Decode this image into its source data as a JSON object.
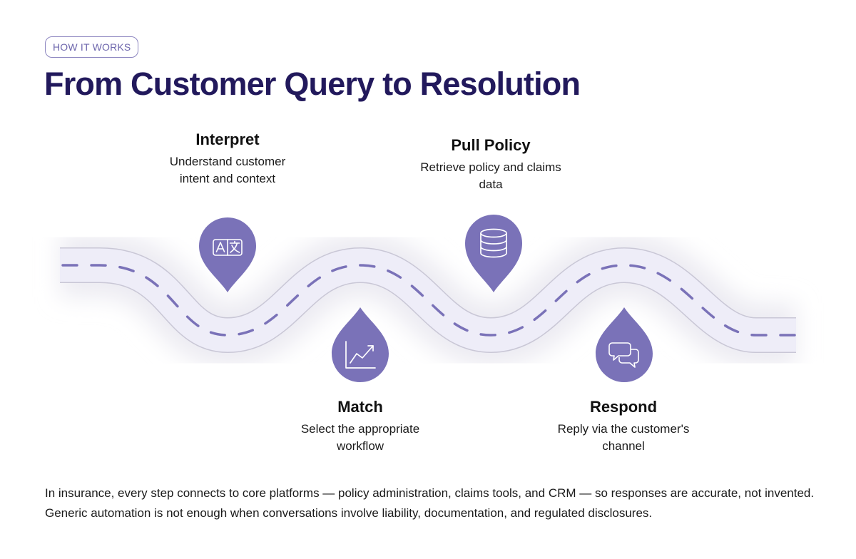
{
  "eyebrow": "HOW IT WORKS",
  "title": "From Customer Query to Resolution",
  "steps": [
    {
      "title": "Interpret",
      "description": "Understand customer intent and context",
      "icon": "translate-icon"
    },
    {
      "title": "Match",
      "description": "Select the appropriate workflow",
      "icon": "trend-chart-icon"
    },
    {
      "title": "Pull Policy",
      "description": "Retrieve policy and claims data",
      "icon": "database-icon"
    },
    {
      "title": "Respond",
      "description": "Reply via the customer's channel",
      "icon": "chat-bubbles-icon"
    }
  ],
  "footer": "In insurance, every step connects to core platforms — policy administration, claims tools, and CRM — so responses are accurate, not invented. Generic automation is not enough when conversations involve liability, documentation, and regulated disclosures.",
  "colors": {
    "title": "#22195c",
    "marker": "#7a72b8",
    "road": "#eeedf8",
    "road_edge": "#c9c7d6",
    "dash": "#7a72b8"
  }
}
